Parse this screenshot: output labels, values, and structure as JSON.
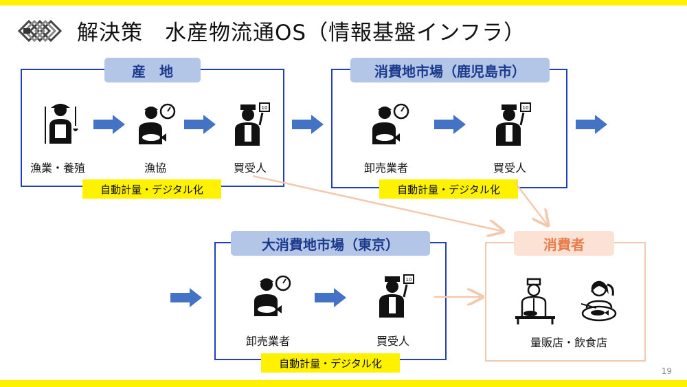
{
  "slide": {
    "title": "解決策　水産物流通OS（情報基盤インフラ）",
    "page_number": "19",
    "accent_color": "#fff200",
    "box_color": "#1f3fbf",
    "header_color": "#b4c6e7",
    "consumer_color": "#f3c9ad"
  },
  "sections": {
    "origin": {
      "header": "産　地",
      "nodes": [
        "漁業・養殖",
        "漁協",
        "買受人"
      ],
      "icons": [
        "fisherman-icon",
        "fish-worker-icon",
        "buyer-icon"
      ],
      "tag": "自動計量・デジタル化"
    },
    "kagoshima": {
      "header": "消費地市場（鹿児島市）",
      "nodes": [
        "卸売業者",
        "買受人"
      ],
      "icons": [
        "fish-worker-icon",
        "buyer-icon"
      ],
      "tag": "自動計量・デジタル化"
    },
    "tokyo": {
      "header": "大消費地市場（東京）",
      "nodes": [
        "卸売業者",
        "買受人"
      ],
      "icons": [
        "fish-worker-icon",
        "buyer-icon"
      ],
      "tag": "自動計量・デジタル化"
    },
    "consumer": {
      "header": "消費者",
      "label": "量販店・飲食店",
      "icons": [
        "chef-icon",
        "diner-icon"
      ]
    }
  }
}
